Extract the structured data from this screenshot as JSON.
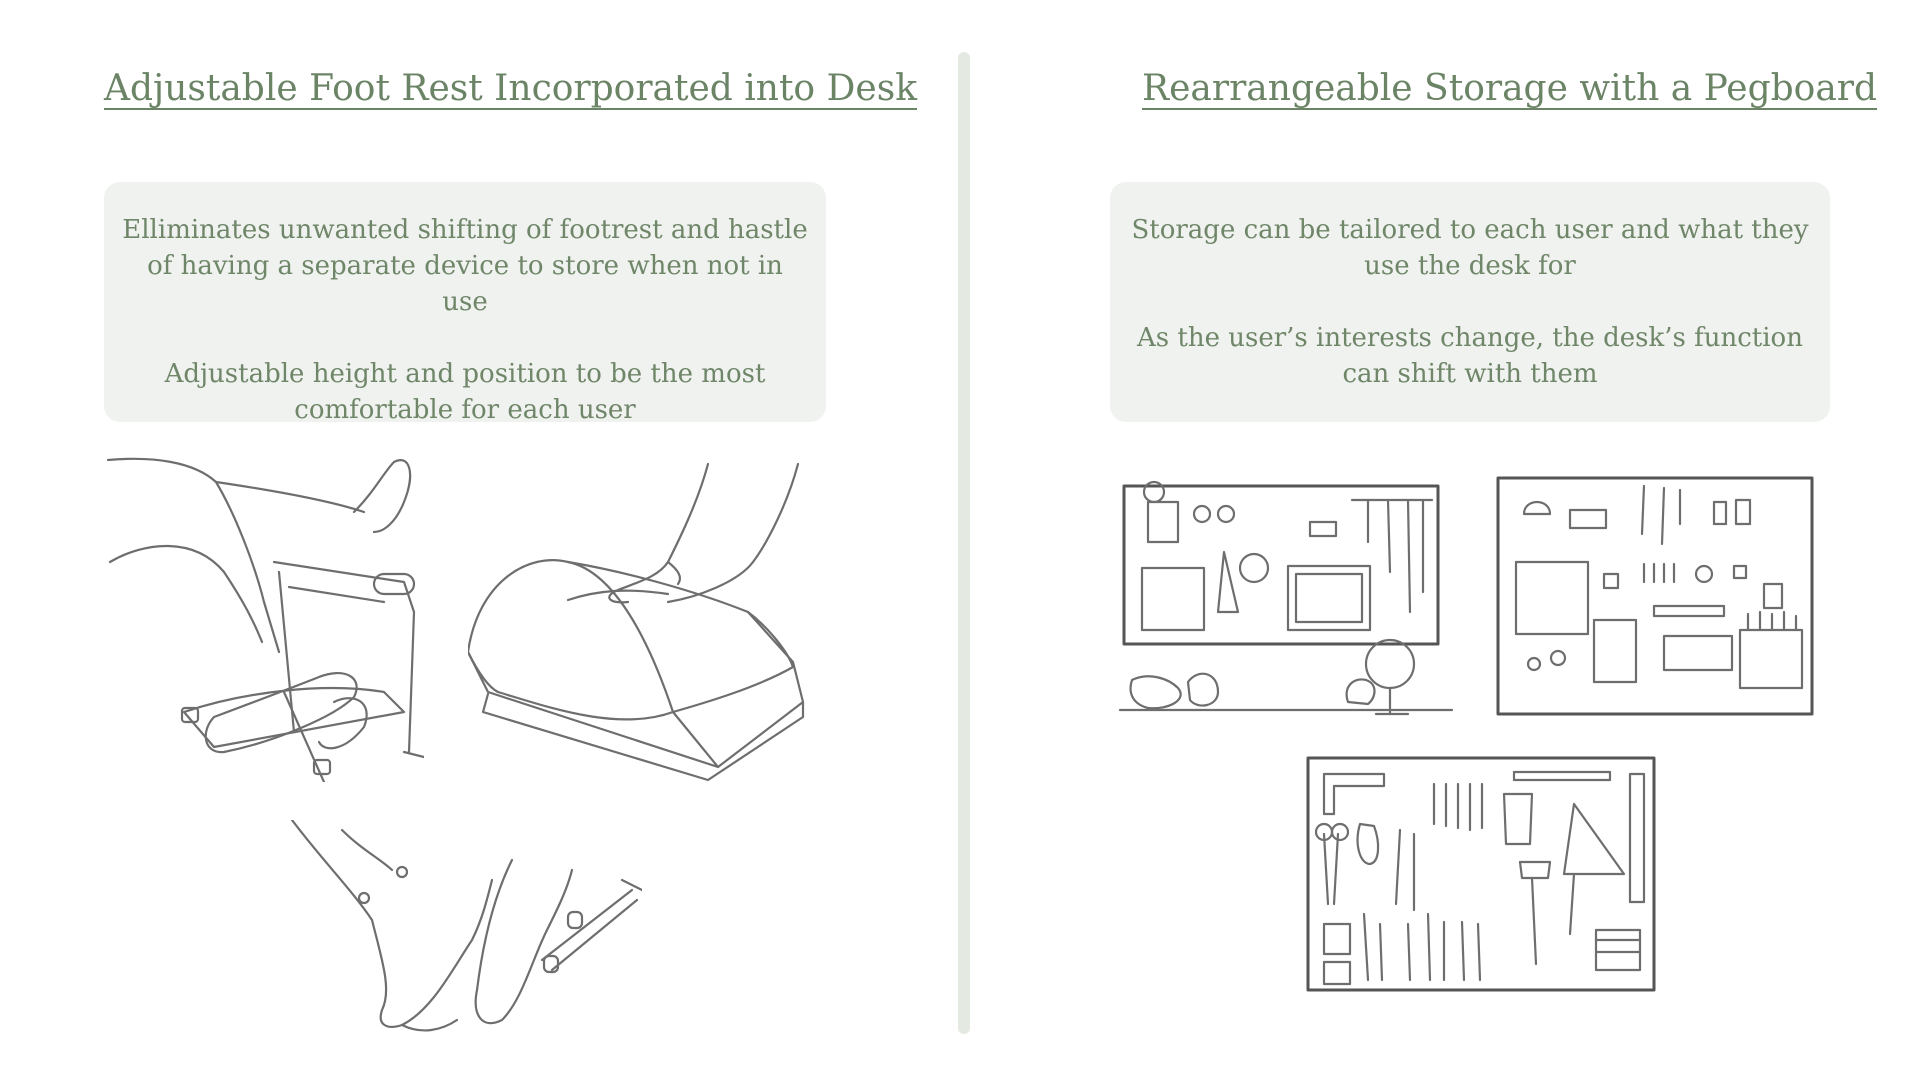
{
  "left": {
    "title": "Adjustable Foot Rest Incorporated into Desk",
    "paragraphs": [
      "Elliminates unwanted shifting of footrest and hastle of having a separate device to store when not in use",
      "Adjustable height and position to be the most comfortable for each user"
    ],
    "illustrations": [
      "footrest-attached-sketch",
      "foam-footrest-sketch",
      "bar-footrest-sketch"
    ]
  },
  "right": {
    "title": "Rearrangeable Storage with a Pegboard",
    "paragraphs": [
      "Storage can be tailored to each user and what they use the desk for",
      "As the user’s interests change, the desk’s function can shift with them"
    ],
    "illustrations": [
      "craft-pegboard-sketch",
      "art-pegboard-sketch",
      "tool-pegboard-sketch"
    ]
  },
  "colors": {
    "accent_green": "#6b8466",
    "panel_bg": "#eff2ee",
    "divider": "#e4eae1",
    "sketch_line": "#6e6e6e"
  }
}
